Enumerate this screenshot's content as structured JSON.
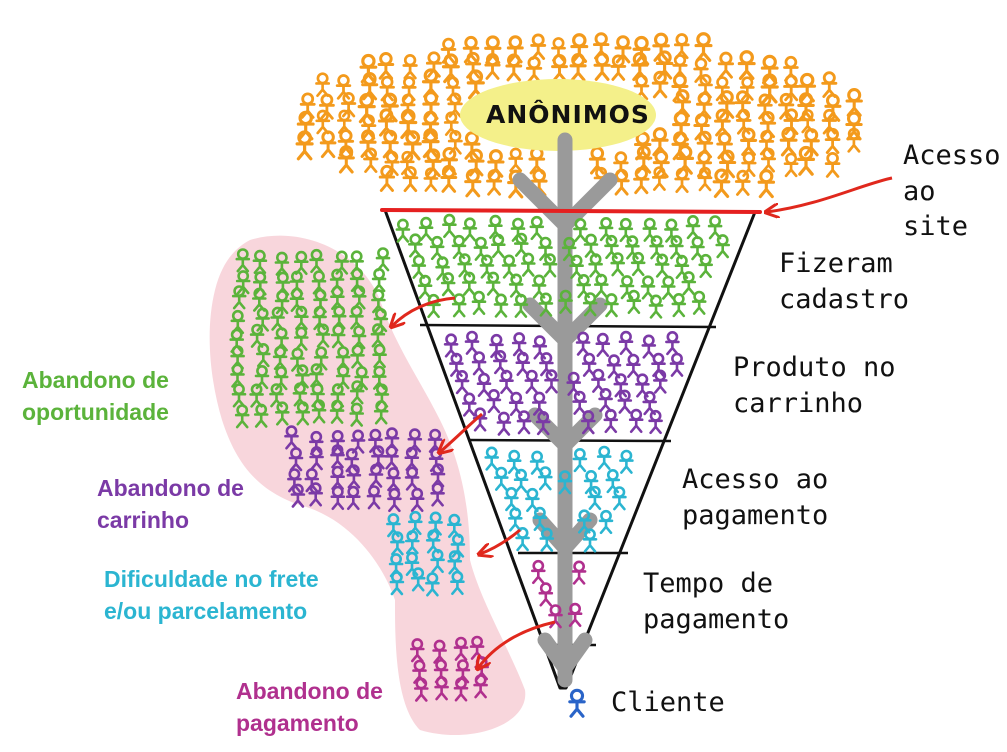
{
  "colors": {
    "anon": "#f39a1c",
    "signup": "#5bb33b",
    "cart": "#7b3aa6",
    "checkout": "#2bb5d1",
    "payment": "#b0308e",
    "client": "#2a64c8",
    "top_line": "#e52020",
    "arrow_red": "#e0281d",
    "halo_pink": "#f8d6dc",
    "highlight": "#f4f08a",
    "flow_arrow": "#9a9a9a"
  },
  "banner": {
    "text": "ANÔNIMOS",
    "icon": "crowd-people-icon"
  },
  "stages": [
    {
      "label": "Acesso\nao site"
    },
    {
      "label": "Fizeram\ncadastro"
    },
    {
      "label": "Produto no\ncarrinho"
    },
    {
      "label": "Acesso ao\npagamento"
    },
    {
      "label": "Tempo de\npagamento"
    }
  ],
  "client": {
    "label": "Cliente",
    "icon": "person-icon"
  },
  "abandon": [
    {
      "label": "Abandono de\noportunidade",
      "color": "#5bb33b"
    },
    {
      "label": "Abandono de\ncarrinho",
      "color": "#7b3aa6"
    },
    {
      "label": "Dificuldade no frete\ne/ou parcelamento",
      "color": "#2bb5d1"
    },
    {
      "label": "Abandono de\npagamento",
      "color": "#b0308e"
    }
  ]
}
